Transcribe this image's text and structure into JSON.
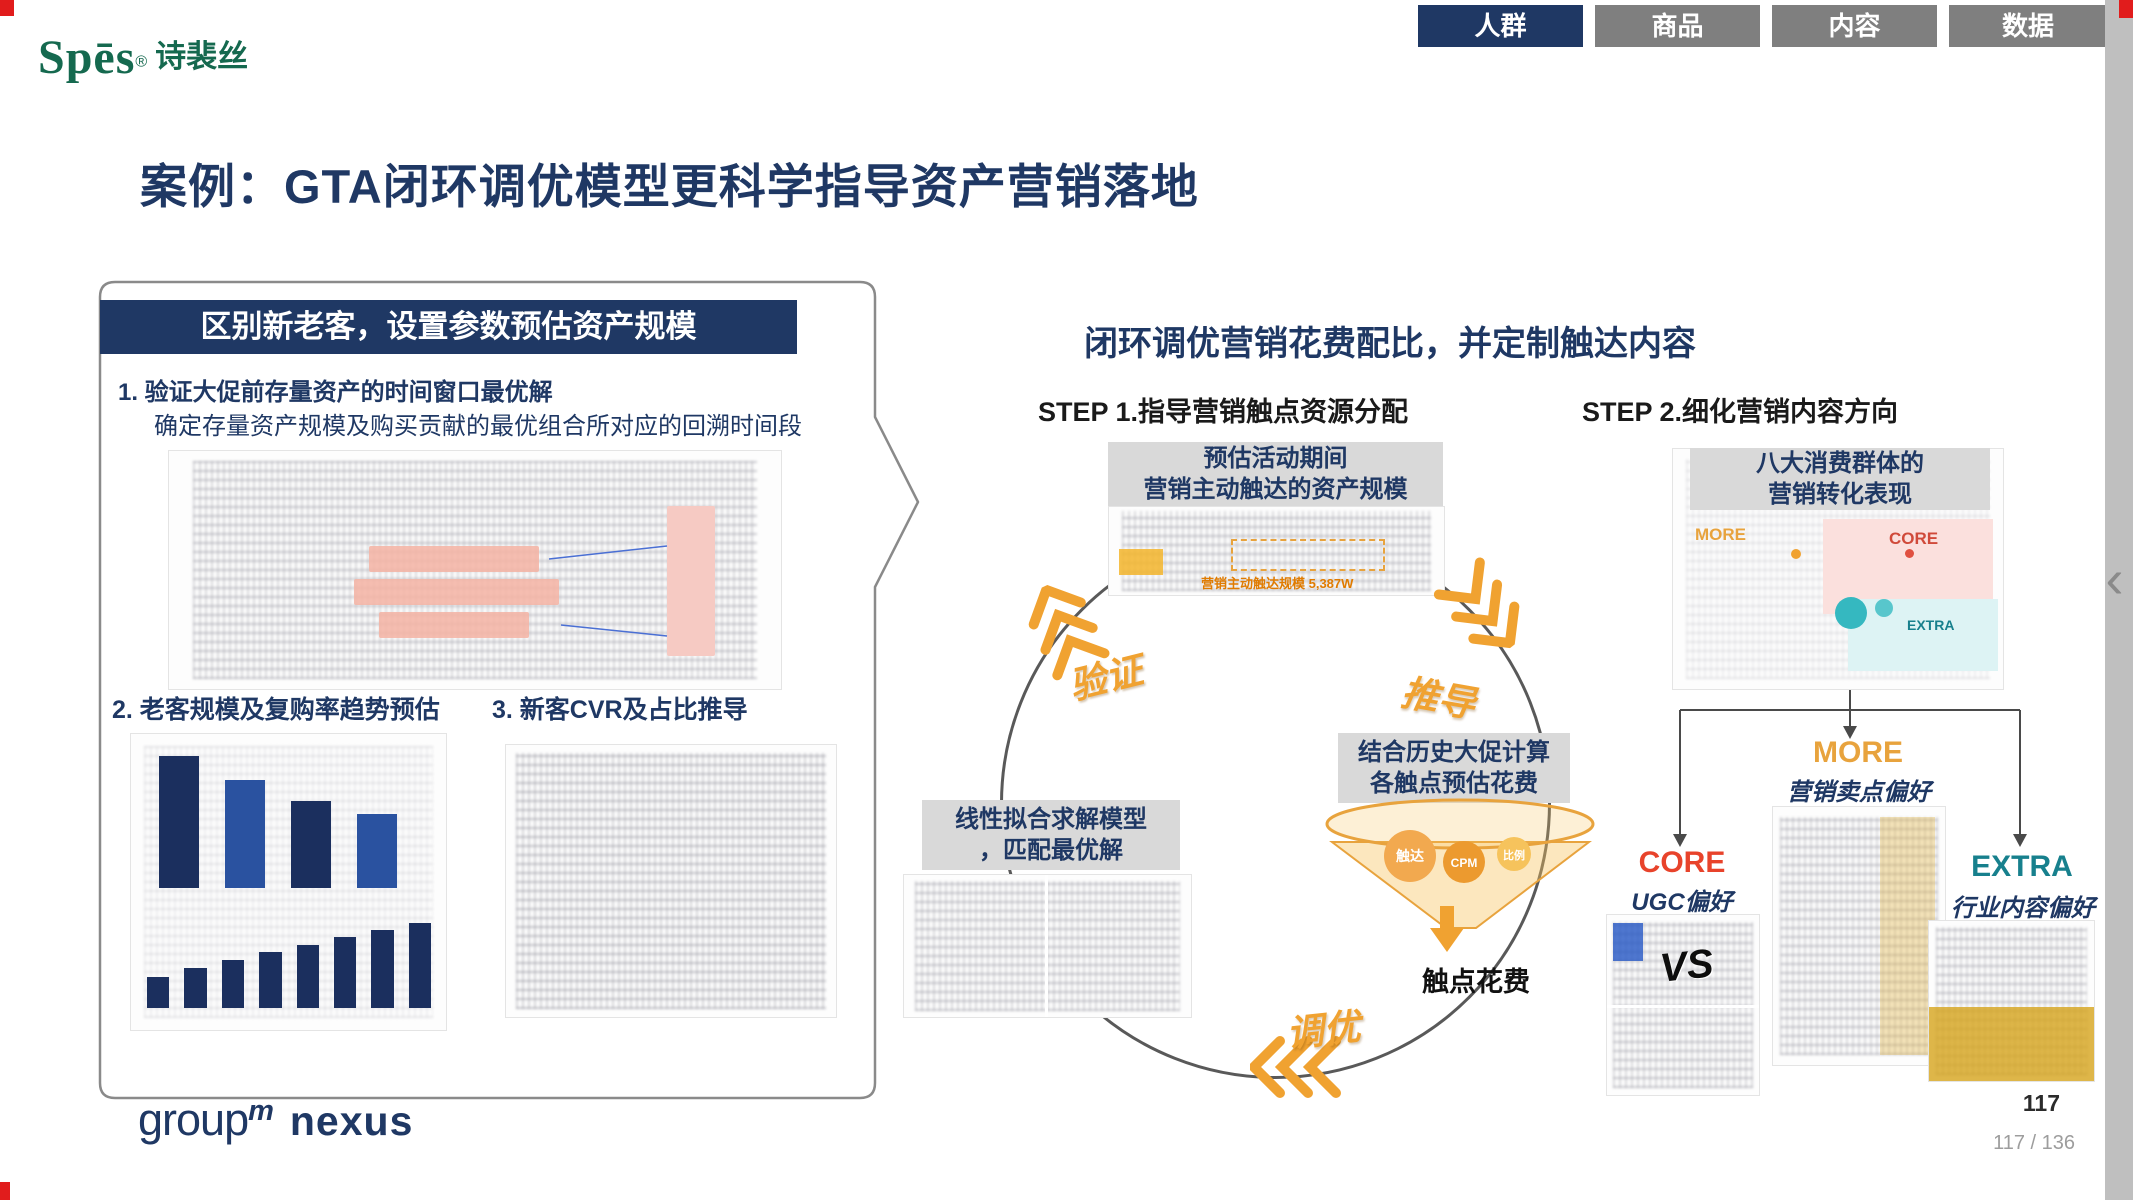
{
  "brand": {
    "name": "Spēs",
    "reg": "®",
    "cn": "诗裴丝"
  },
  "nav_tabs": [
    {
      "label": "人群",
      "active": true
    },
    {
      "label": "商品",
      "active": false
    },
    {
      "label": "内容",
      "active": false
    },
    {
      "label": "数据",
      "active": false
    }
  ],
  "slide": {
    "title": "案例：GTA闭环调优模型更科学指导资产营销落地",
    "left": {
      "header": "区别新老客，设置参数预估资产规模",
      "item1_line1": "1.  验证大促前存量资产的时间窗口最优解",
      "item1_line2": "确定存量资产规模及购买贡献的最优组合所对应的回溯时间段",
      "item2": "2. 老客规模及复购率趋势预估",
      "item3": "3. 新客CVR及占比推导"
    },
    "right": {
      "header": "闭环调优营销花费配比，并定制触达内容",
      "step1": "STEP 1.指导营销触点资源分配",
      "step2": "STEP 2.细化营销内容方向",
      "box_estimate": "预估活动期间\n营销主动触达的资产规模",
      "estimate_caption": "营销主动触达规模 5,387W",
      "box_history": "结合历史大促计算\n各触点预估花费",
      "box_linear": "线性拟合求解模型\n，匹配最优解",
      "box_groups": "八大消费群体的\n营销转化表现",
      "loop": [
        "验证",
        "推导",
        "调优"
      ],
      "funnel": [
        "触达",
        "CPM",
        "比例"
      ],
      "touchpoint_cost": "触点花费",
      "scatter_labels": {
        "more": "MORE",
        "core": "CORE",
        "extra": "EXTRA"
      },
      "segments": {
        "more": {
          "name": "MORE",
          "desc": "营销卖点偏好"
        },
        "core": {
          "name": "CORE",
          "desc": "UGC偏好"
        },
        "extra": {
          "name": "EXTRA",
          "desc": "行业内容偏好"
        }
      },
      "vs": "VS"
    },
    "footer": {
      "logo_group": "group",
      "logo_m": "m",
      "logo_nexus": "nexus",
      "page_number": "117"
    }
  },
  "viewer": {
    "page_indicator": "117 / 136",
    "prev_arrow": "‹"
  },
  "decor": {
    "bars_top": [
      100,
      82,
      66,
      56
    ],
    "bars_bottom": [
      34,
      44,
      52,
      61,
      69,
      77,
      85,
      92
    ]
  },
  "colors": {
    "navy": "#1f3864",
    "tab_gray": "#7f7f7f",
    "orange": "#f0a231",
    "more_orange": "#e8a33d",
    "core_red": "#e8432b",
    "extra_teal": "#17808d",
    "brand_green": "#15694f"
  }
}
